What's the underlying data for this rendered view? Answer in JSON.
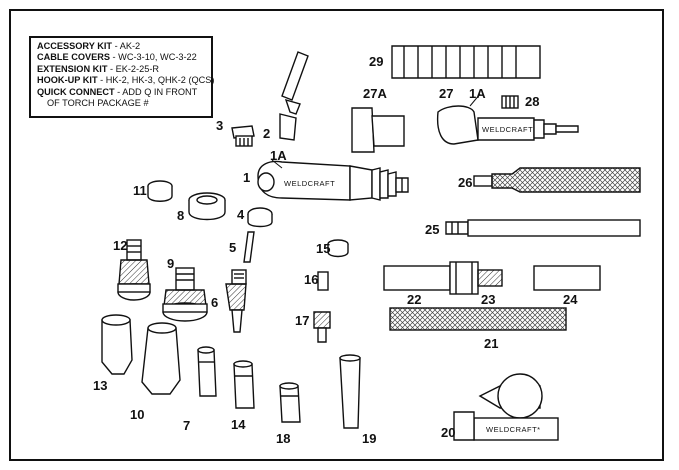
{
  "legend": {
    "lines": [
      {
        "key": "ACCESSORY KIT",
        "value": " - AK-2"
      },
      {
        "key": "CABLE COVERS",
        "value": " - WC-3-10, WC-3-22"
      },
      {
        "key": "EXTENSION KIT",
        "value": " - EK-2-25-R"
      },
      {
        "key": "HOOK-UP KIT",
        "value": " - HK-2, HK-3, QHK-2 (QCS)"
      },
      {
        "key": "QUICK CONNECT",
        "value": " - ADD Q IN FRONT"
      }
    ],
    "continuation": "OF TORCH PACKAGE #"
  },
  "brand": {
    "main": "WELDCRAFT",
    "alt": "WELDCRAFT*"
  },
  "callouts": {
    "n1": "1",
    "n1a": "1A",
    "n2": "2",
    "n3": "3",
    "n4": "4",
    "n5": "5",
    "n6": "6",
    "n7": "7",
    "n8": "8",
    "n9": "9",
    "n10": "10",
    "n11": "11",
    "n12": "12",
    "n13": "13",
    "n14": "14",
    "n15": "15",
    "n16": "16",
    "n17": "17",
    "n18": "18",
    "n19": "19",
    "n20": "20",
    "n21": "21",
    "n22": "22",
    "n23": "23",
    "n24": "24",
    "n25": "25",
    "n26": "26",
    "n27": "27",
    "n27a": "27A",
    "n27_1a": "1A",
    "n28": "28",
    "n29": "29"
  }
}
